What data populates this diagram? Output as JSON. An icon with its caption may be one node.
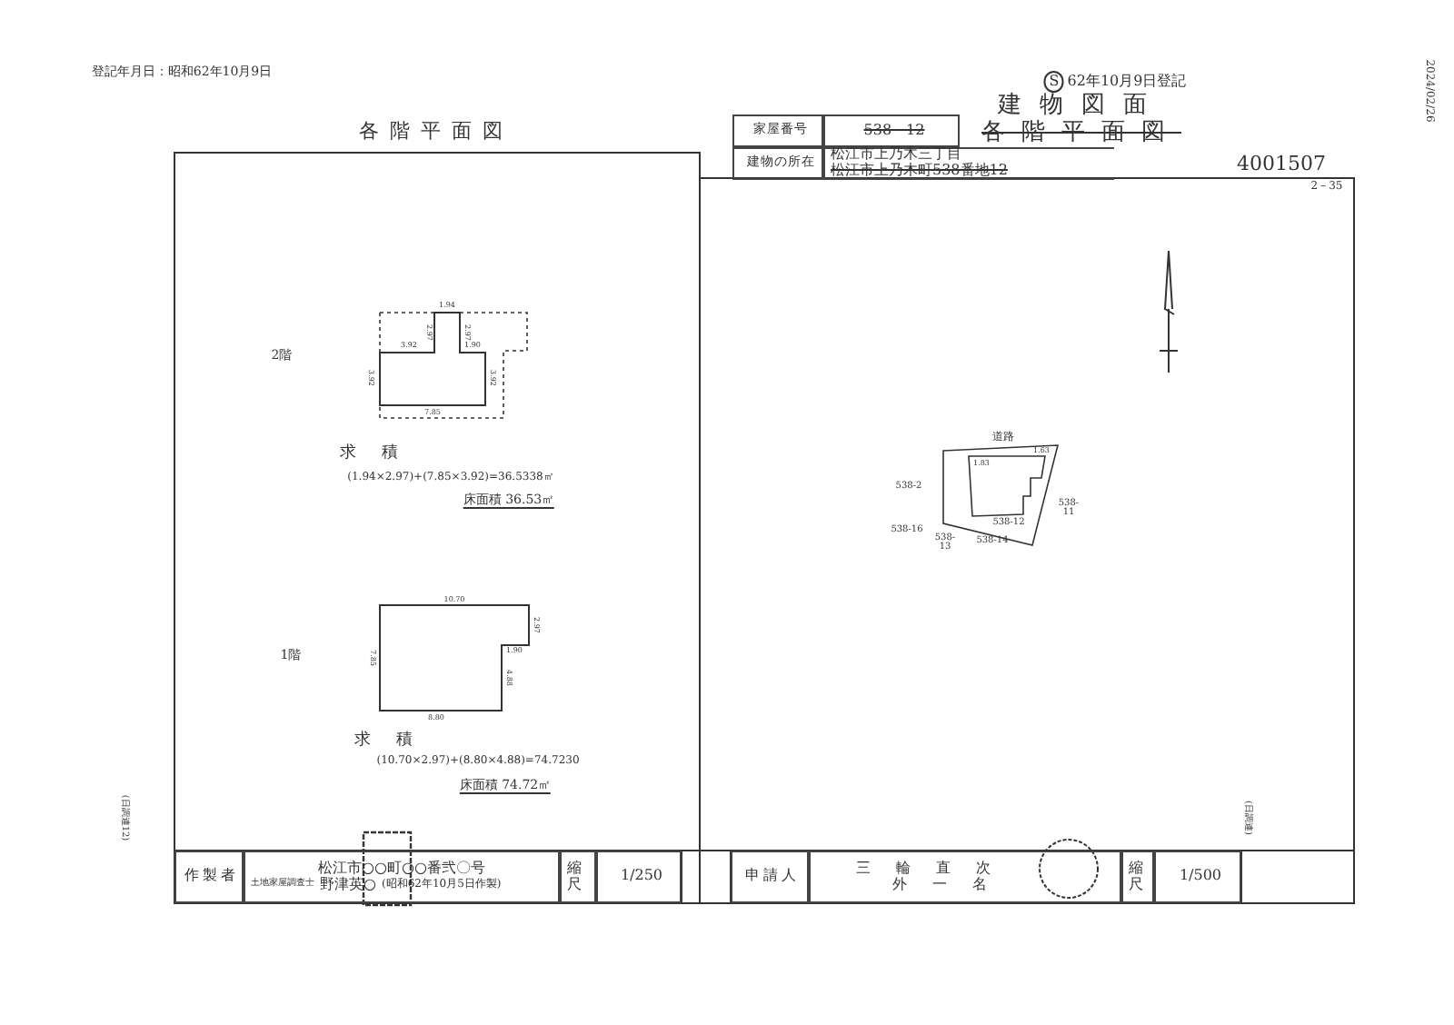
{
  "diagram": {
    "title": "建物図面",
    "nodes": [
      {
        "text": [
          "家屋番号"
        ]
      },
      {
        "text": [
          "538－12"
        ]
      },
      {
        "text": [
          "建物の所在"
        ]
      },
      {
        "text": [
          "松江市上乃木三丁目",
          "松江市上乃木町538番地12"
        ]
      },
      {
        "text": [
          "作製者"
        ]
      },
      {
        "text": [
          "松江市○○町○○番弐〇号",
          "土地家屋調査士",
          "野津英○",
          "(昭和62年10月5日作製)"
        ]
      },
      {
        "text": [
          "縮尺"
        ]
      },
      {
        "text": [
          "1/250"
        ]
      },
      {
        "text": [
          "申請人"
        ]
      },
      {
        "text": [
          "三輪直次",
          "外一名"
        ]
      },
      {
        "text": [
          "縮尺"
        ]
      },
      {
        "text": [
          "1/500"
        ]
      }
    ],
    "labels": [
      "登記年月日：昭和62年10月9日",
      "各階平面図",
      "S",
      "62年10月9日登記",
      "各階平面図",
      "4001507",
      "2－35",
      "2024/02/26",
      "2階",
      "1.94",
      "2.97",
      "2.97",
      "3.92",
      "1.90",
      "3.92",
      "3.92",
      "7.85",
      "求積",
      "(1.94×2.97)+(7.85×3.92)=36.5338㎡",
      "床面積 36.53㎡",
      "1階",
      "10.70",
      "2.97",
      "1.90",
      "7.85",
      "4.88",
      "8.80",
      "求積",
      "(10.70×2.97)+(8.80×4.88)=74.7230",
      "床面積 74.72㎡",
      "道路",
      "1.83",
      "1.63",
      "538-2",
      "538-12",
      "538-11",
      "538-16",
      "538-13",
      "538-14",
      "(日調連12)",
      "(日調連)"
    ]
  }
}
